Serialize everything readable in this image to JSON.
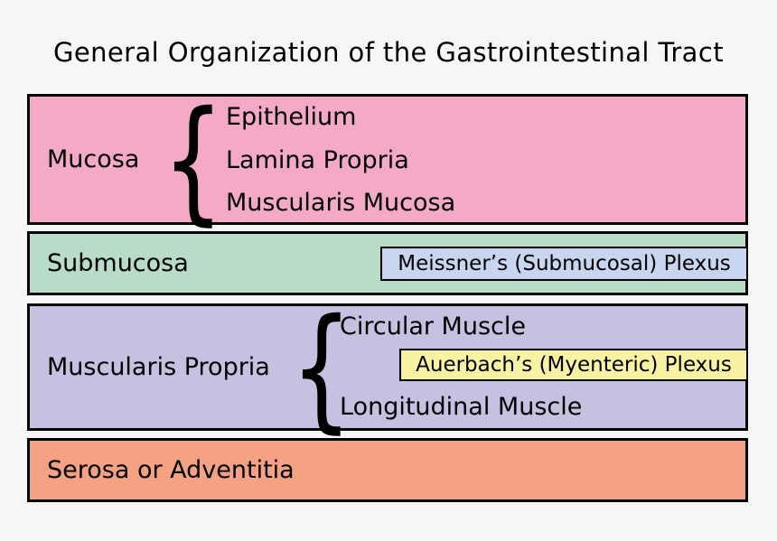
{
  "title": "General Organization of the Gastrointestinal Tract",
  "background_color": "#F6F6F7",
  "border_color": "#000000",
  "layers": [
    {
      "label": "Mucosa",
      "color": "#F4AAC6",
      "sublayers": [
        "Epithelium",
        "Lamina Propria",
        "Muscularis Mucosa"
      ]
    },
    {
      "label": "Submucosa",
      "color": "#B9DCC6",
      "plexus": {
        "label": "Meissner’s (Submucosal) Plexus",
        "color": "#C8D5EF"
      }
    },
    {
      "label": "Muscularis Propria",
      "color": "#C5C1E1",
      "sublayers": [
        "Circular Muscle",
        "Longitudinal Muscle"
      ],
      "plexus": {
        "label": "Auerbach’s (Myenteric) Plexus",
        "color": "#F8F3A3"
      }
    },
    {
      "label": "Serosa or Adventitia",
      "color": "#F4A184"
    }
  ]
}
